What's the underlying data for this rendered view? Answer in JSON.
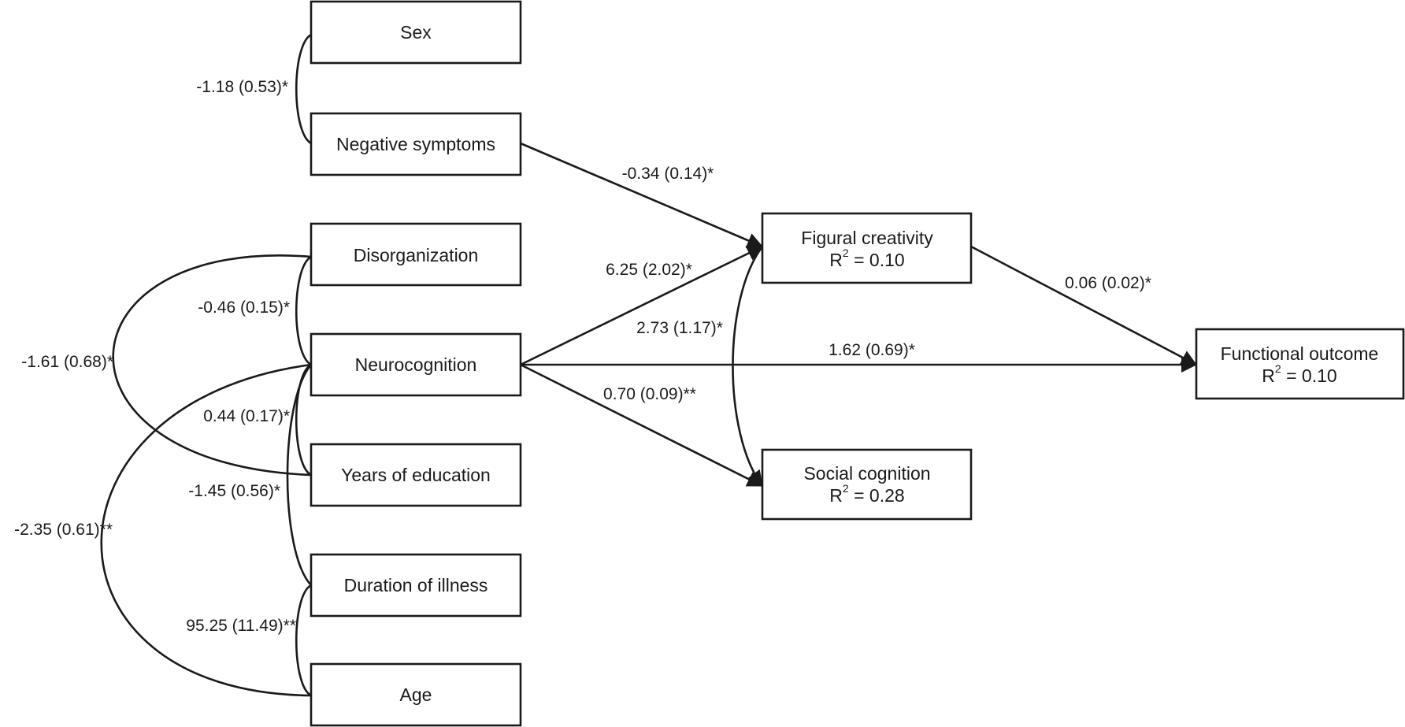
{
  "nodes": {
    "sex": {
      "label": "Sex"
    },
    "negative_symptoms": {
      "label": "Negative symptoms"
    },
    "disorganization": {
      "label": "Disorganization"
    },
    "neurocognition": {
      "label": "Neurocognition"
    },
    "years_of_education": {
      "label": "Years of education"
    },
    "duration_of_illness": {
      "label": "Duration of illness"
    },
    "age": {
      "label": "Age"
    },
    "figural_creativity": {
      "label": "Figural creativity",
      "r2_prefix": "R",
      "r2_sup": "2",
      "r2_value": " = 0.10"
    },
    "social_cognition": {
      "label": "Social cognition",
      "r2_prefix": "R",
      "r2_sup": "2",
      "r2_value": " = 0.28"
    },
    "functional_outcome": {
      "label": "Functional outcome",
      "r2_prefix": "R",
      "r2_sup": "2",
      "r2_value": " = 0.10"
    }
  },
  "edges": {
    "sex_negative": "-1.18 (0.53)*",
    "disorg_neuro": "-0.46 (0.15)*",
    "disorg_years": "-1.61 (0.68)*",
    "neuro_years": "0.44 (0.17)*",
    "neuro_duration": "-1.45 (0.56)*",
    "neuro_age": "-2.35 (0.61)**",
    "duration_age": "95.25 (11.49)**",
    "negative_figural": "-0.34 (0.14)*",
    "neuro_figural": "6.25 (2.02)*",
    "figural_social": "2.73 (1.17)*",
    "neuro_functional": "1.62 (0.69)*",
    "neuro_social": "0.70 (0.09)**",
    "figural_functional": "0.06 (0.02)*"
  }
}
